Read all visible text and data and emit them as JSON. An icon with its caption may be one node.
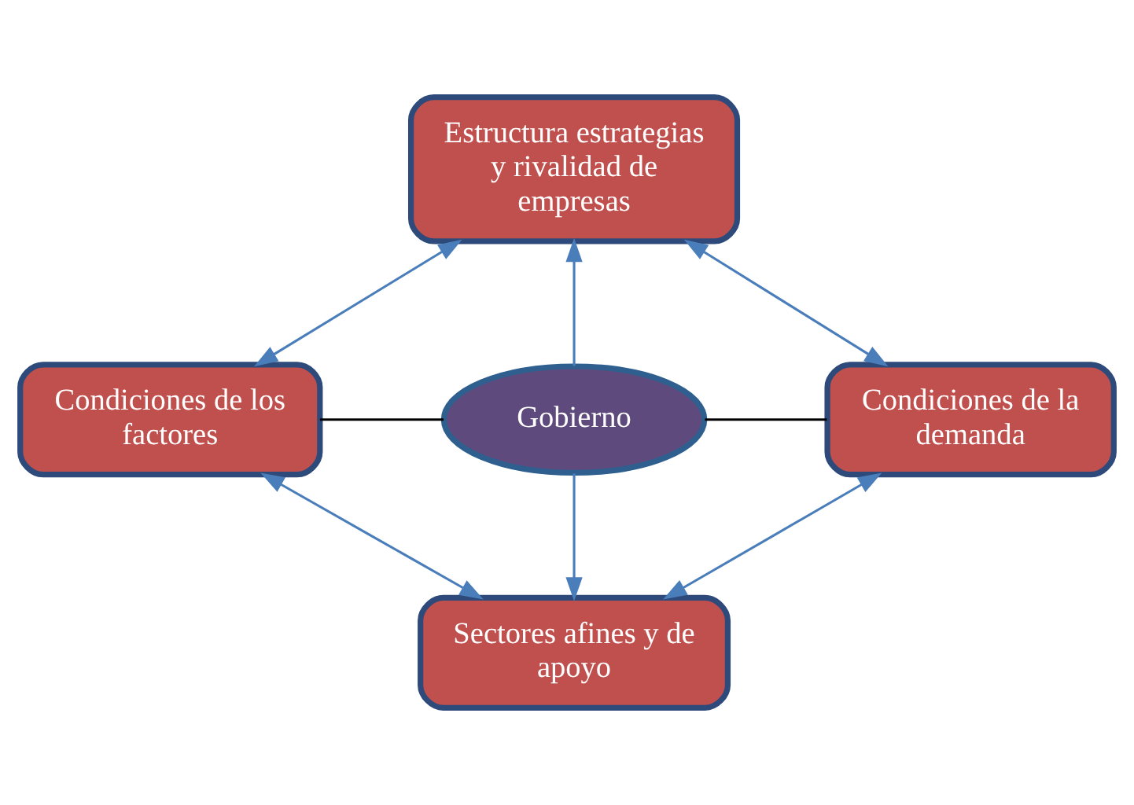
{
  "diagram": {
    "nodes": [
      {
        "text": [
          "Estructura estrategias y rivalidad de empresas"
        ]
      },
      {
        "text": [
          "Condiciones de los factores"
        ]
      },
      {
        "text": [
          "Gobierno"
        ]
      },
      {
        "text": [
          "Condiciones de la demanda"
        ]
      },
      {
        "text": [
          "Sectores afines y de apoyo"
        ]
      }
    ],
    "edges": [
      {
        "from": 1,
        "to": 0,
        "arrow": "both"
      },
      {
        "from": 0,
        "to": 3,
        "arrow": "both"
      },
      {
        "from": 2,
        "to": 0,
        "arrow": "to"
      },
      {
        "from": 2,
        "to": 1,
        "arrow": "none",
        "color": "#000000"
      },
      {
        "from": 2,
        "to": 3,
        "arrow": "none",
        "color": "#000000"
      },
      {
        "from": 2,
        "to": 4,
        "arrow": "to"
      },
      {
        "from": 1,
        "to": 4,
        "arrow": "both"
      },
      {
        "from": 4,
        "to": 3,
        "arrow": "both"
      }
    ]
  }
}
